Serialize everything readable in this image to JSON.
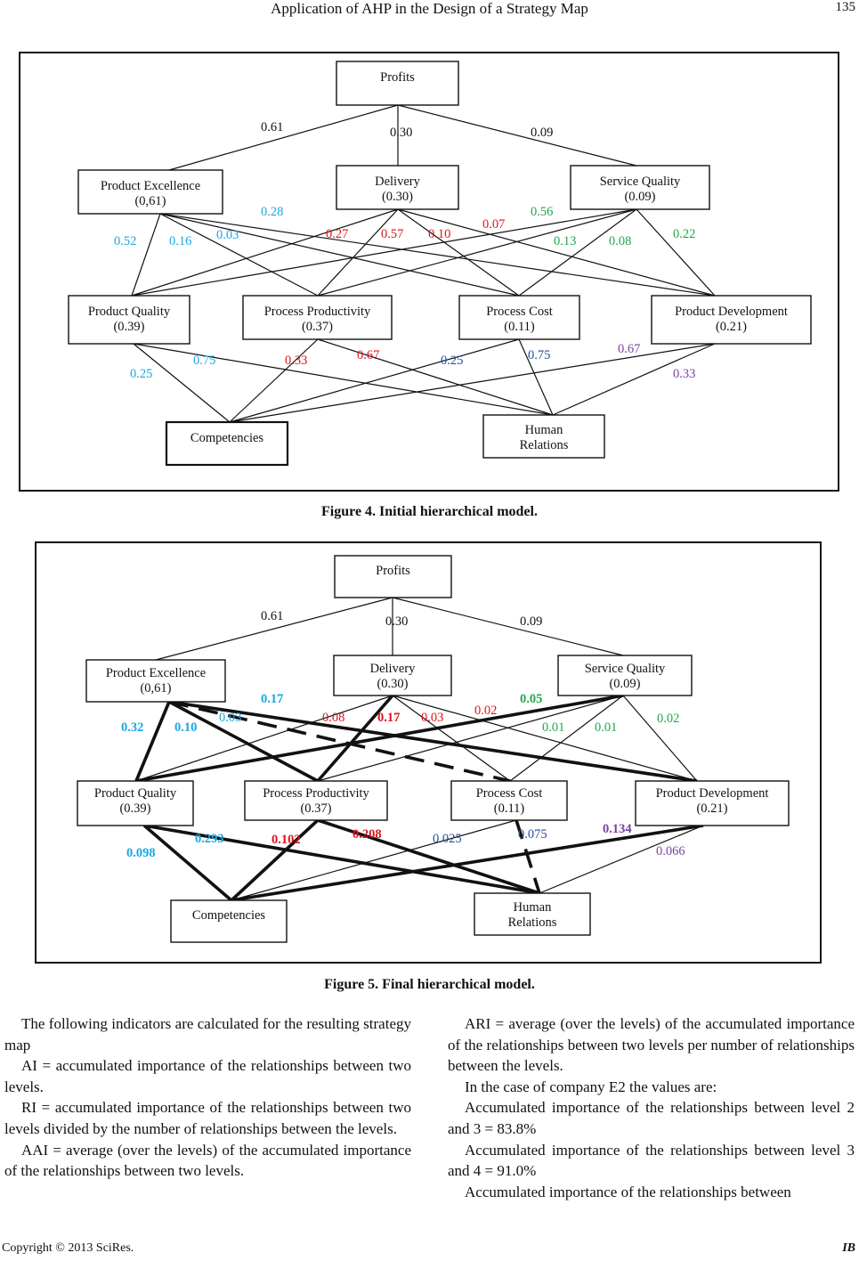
{
  "header": {
    "title": "Application of AHP in the Design of a Strategy Map",
    "page_number": "135"
  },
  "figure4": {
    "caption": "Figure 4. Initial hierarchical model.",
    "nodes": {
      "profits": [
        "Profits"
      ],
      "product_excellence": [
        "Product Excellence",
        "(0,61)"
      ],
      "delivery": [
        "Delivery",
        "(0.30)"
      ],
      "service_quality": [
        "Service Quality",
        "(0.09)"
      ],
      "product_quality": [
        "Product Quality",
        "(0.39)"
      ],
      "process_productivity": [
        "Process Productivity",
        "(0.37)"
      ],
      "process_cost": [
        "Process Cost",
        "(0.11)"
      ],
      "product_development": [
        "Product Development",
        "(0.21)"
      ],
      "competencies": [
        "Competencies"
      ],
      "human_relations": [
        "Human",
        "Relations"
      ]
    },
    "labels": [
      {
        "text": "0.61",
        "color": "#111111"
      },
      {
        "text": "0.30",
        "color": "#111111"
      },
      {
        "text": "0.09",
        "color": "#111111"
      },
      {
        "text": "0.52",
        "color": "#1aa7e0"
      },
      {
        "text": "0.16",
        "color": "#1aa7e0"
      },
      {
        "text": "0.03",
        "color": "#1aa7e0"
      },
      {
        "text": "0.28",
        "color": "#1aa7e0"
      },
      {
        "text": "0.27",
        "color": "#e0111b"
      },
      {
        "text": "0.57",
        "color": "#e0111b"
      },
      {
        "text": "0.10",
        "color": "#e0111b"
      },
      {
        "text": "0.07",
        "color": "#e0111b"
      },
      {
        "text": "0.56",
        "color": "#1ea84a"
      },
      {
        "text": "0.13",
        "color": "#1ea84a"
      },
      {
        "text": "0.08",
        "color": "#1ea84a"
      },
      {
        "text": "0.22",
        "color": "#1ea84a"
      },
      {
        "text": "0.25",
        "color": "#1aa7e0"
      },
      {
        "text": "0.75",
        "color": "#1aa7e0"
      },
      {
        "text": "0.33",
        "color": "#e0111b"
      },
      {
        "text": "0.67",
        "color": "#e0111b"
      },
      {
        "text": "0.25",
        "color": "#1f4e9a"
      },
      {
        "text": "0.75",
        "color": "#1f4e9a"
      },
      {
        "text": "0.67",
        "color": "#7b3fa0"
      },
      {
        "text": "0.33",
        "color": "#7b3fa0"
      }
    ]
  },
  "figure5": {
    "caption": "Figure 5. Final hierarchical model.",
    "nodes": {
      "profits": [
        "Profits"
      ],
      "product_excellence": [
        "Product Excellence",
        "(0,61)"
      ],
      "delivery": [
        "Delivery",
        "(0.30)"
      ],
      "service_quality": [
        "Service Quality",
        "(0.09)"
      ],
      "product_quality": [
        "Product Quality",
        "(0.39)"
      ],
      "process_productivity": [
        "Process Productivity",
        "(0.37)"
      ],
      "process_cost": [
        "Process Cost",
        "(0.11)"
      ],
      "product_development": [
        "Product Development",
        "(0.21)"
      ],
      "competencies": [
        "Competencies"
      ],
      "human_relations": [
        "Human",
        "Relations"
      ]
    },
    "labels": [
      {
        "text": "0.61",
        "color": "#111111",
        "bold": false
      },
      {
        "text": "0.30",
        "color": "#111111",
        "bold": false
      },
      {
        "text": "0.09",
        "color": "#111111",
        "bold": false
      },
      {
        "text": "0.17",
        "color": "#1aa7e0",
        "bold": true
      },
      {
        "text": "0.32",
        "color": "#1aa7e0",
        "bold": true
      },
      {
        "text": "0.10",
        "color": "#1aa7e0",
        "bold": true
      },
      {
        "text": "0.03",
        "color": "#1aa7e0",
        "bold": false
      },
      {
        "text": "0.08",
        "color": "#e0111b",
        "bold": false
      },
      {
        "text": "0.17",
        "color": "#e0111b",
        "bold": true
      },
      {
        "text": "0.03",
        "color": "#e0111b",
        "bold": false
      },
      {
        "text": "0.02",
        "color": "#e0111b",
        "bold": false
      },
      {
        "text": "0.05",
        "color": "#1ea84a",
        "bold": true
      },
      {
        "text": "0.01",
        "color": "#1ea84a",
        "bold": false
      },
      {
        "text": "0.01",
        "color": "#1ea84a",
        "bold": false
      },
      {
        "text": "0.02",
        "color": "#1ea84a",
        "bold": false
      },
      {
        "text": "0.098",
        "color": "#1aa7e0",
        "bold": true
      },
      {
        "text": "0.293",
        "color": "#1aa7e0",
        "bold": true
      },
      {
        "text": "0.102",
        "color": "#e0111b",
        "bold": true
      },
      {
        "text": "0.208",
        "color": "#e0111b",
        "bold": true
      },
      {
        "text": "0.025",
        "color": "#1f4e9a",
        "bold": false
      },
      {
        "text": "0.075",
        "color": "#1f4e9a",
        "bold": false
      },
      {
        "text": "0.134",
        "color": "#7b3fa0",
        "bold": true
      },
      {
        "text": "0.066",
        "color": "#7b3fa0",
        "bold": false
      }
    ]
  },
  "body": {
    "left": [
      "The following indicators are calculated for the resulting strategy map",
      "AI = accumulated importance of the relationships between two levels.",
      "RI = accumulated importance of the relationships between two levels divided by the number of relationships between the levels.",
      "AAI = average (over the levels) of the accumulated importance of the relationships between two levels."
    ],
    "right": [
      "ARI = average (over the levels) of the accumulated importance of the relationships between two levels per number of relationships between the levels.",
      "In the case of company E2 the values are:",
      "Accumulated importance of the relationships between level 2 and 3 = 83.8%",
      "Accumulated importance of the relationships between level 3 and 4 = 91.0%",
      "Accumulated importance of the relationships between"
    ]
  },
  "footer": {
    "copyright": "Copyright © 2013 SciRes.",
    "journal": "IB"
  }
}
